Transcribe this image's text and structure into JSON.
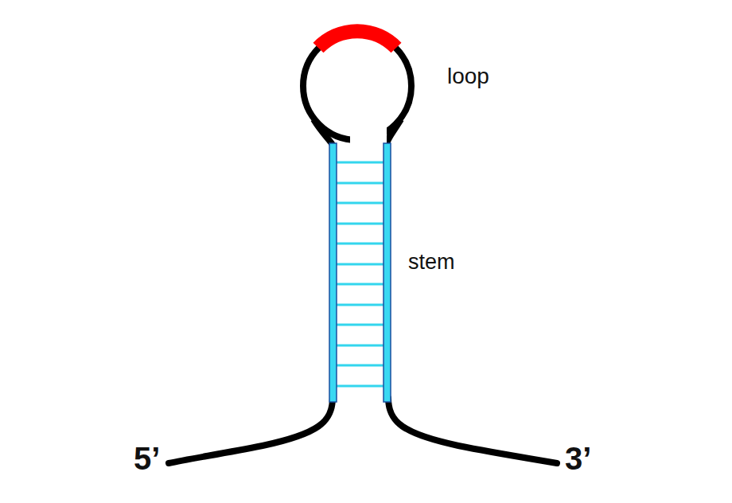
{
  "diagram": {
    "labels": [
      "loop",
      "stem",
      "5’",
      "3’"
    ]
  }
}
